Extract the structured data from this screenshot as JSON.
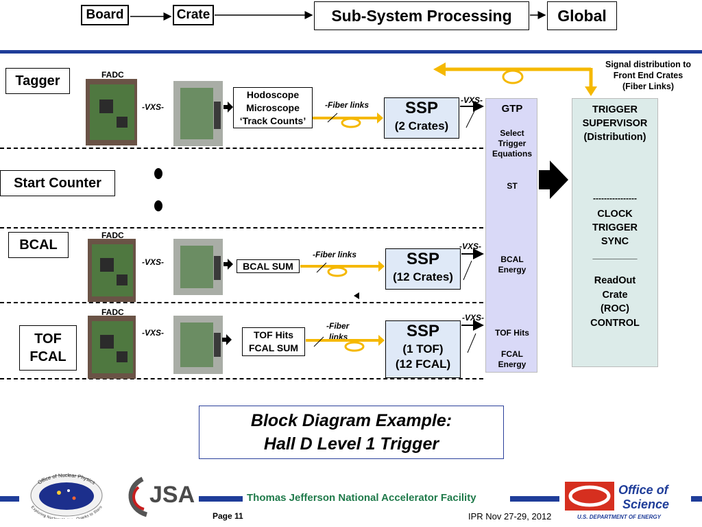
{
  "header": {
    "board": "Board",
    "crate": "Crate",
    "subsystem": "Sub-System Processing",
    "global": "Global"
  },
  "signal_note": [
    "Signal distribution to",
    "Front End Crates",
    "(Fiber Links)"
  ],
  "rows": {
    "tagger": {
      "name": "Tagger",
      "fadc": "FADC",
      "vxs": "-VXS-",
      "output": [
        "Hodoscope",
        "Microscope",
        "‘Track Counts’"
      ],
      "fiber": "-Fiber links",
      "ssp_title": "SSP",
      "ssp_sub": "(2 Crates)",
      "vxs_out": "-VXS-"
    },
    "start": {
      "name": "Start Counter"
    },
    "bcal": {
      "name": "BCAL",
      "fadc": "FADC",
      "vxs": "-VXS-",
      "output": "BCAL SUM",
      "fiber": "-Fiber links",
      "ssp_title": "SSP",
      "ssp_sub": "(12 Crates)",
      "vxs_out": "-VXS-"
    },
    "tof": {
      "name": [
        "TOF",
        "FCAL"
      ],
      "fadc": "FADC",
      "vxs": "-VXS-",
      "output": [
        "TOF Hits",
        "FCAL SUM"
      ],
      "fiber": [
        "-Fiber",
        "links"
      ],
      "ssp_title": "SSP",
      "ssp_sub": [
        "(1 TOF)",
        "(12  FCAL)"
      ],
      "vxs_out": "-VXS-"
    }
  },
  "gtp": {
    "title": "GTP",
    "select": [
      "Select",
      "Trigger",
      "Equations"
    ],
    "st": "ST",
    "bcal": [
      "BCAL",
      "Energy"
    ],
    "tof": "TOF Hits",
    "fcal": [
      "FCAL",
      "Energy"
    ]
  },
  "supervisor": {
    "lines": [
      "TRIGGER",
      "SUPERVISOR",
      "(Distribution)"
    ],
    "dashes": "----------------",
    "lines2": [
      "CLOCK",
      "TRIGGER",
      "SYNC"
    ],
    "rule": "_________",
    "lines3": [
      "ReadOut",
      "Crate",
      "(ROC)",
      "CONTROL"
    ]
  },
  "caption": [
    "Block Diagram Example:",
    "Hall D Level 1 Trigger"
  ],
  "footer": {
    "facility": "Thomas Jefferson National Accelerator Facility",
    "page": "Page 11",
    "date": "IPR  Nov 27-29, 2012",
    "jsa": "JSA",
    "ofs_line1": "Office of",
    "ofs_line2": "Science",
    "doe": "U.S. DEPARTMENT OF ENERGY",
    "onp_top": "Office of Nuclear Physics",
    "onp_bottom": "Exploring Nuclear Matter - Quarks to Stars"
  },
  "colors": {
    "blue_bar": "#1f3d99",
    "fiber": "#f5b800",
    "gtp_bg": "#d9d9f7",
    "supervisor_bg": "#dcebe9",
    "ssp_bg": "#dfe9f7",
    "facility_text": "#1f7a4a"
  }
}
